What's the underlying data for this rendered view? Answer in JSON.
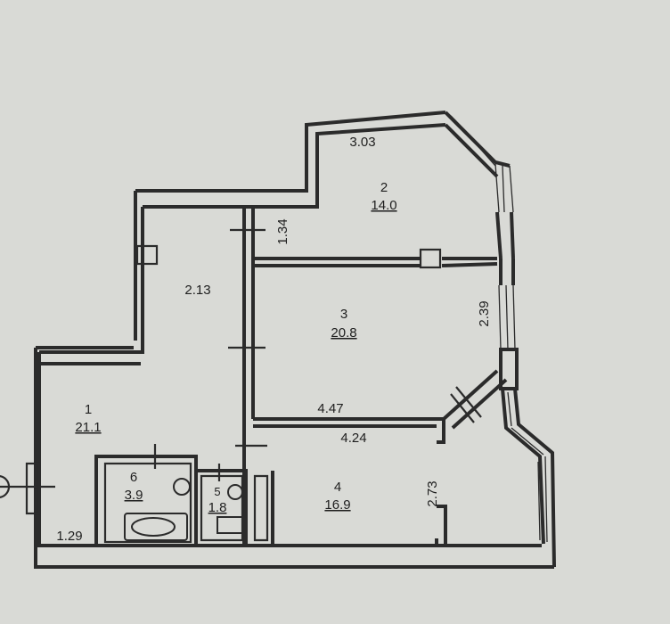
{
  "rooms": [
    {
      "number": "1",
      "area": "21.1"
    },
    {
      "number": "2",
      "area": "14.0"
    },
    {
      "number": "3",
      "area": "20.8"
    },
    {
      "number": "4",
      "area": "16.9"
    },
    {
      "number": "5",
      "area": "1.8"
    },
    {
      "number": "6",
      "area": "3.9"
    }
  ],
  "dimensions": {
    "d_303": "3.03",
    "d_134": "1.34",
    "d_213": "2.13",
    "d_239": "2.39",
    "d_447": "4.47",
    "d_424": "4.24",
    "d_273": "2.73",
    "d_129": "1.29"
  }
}
